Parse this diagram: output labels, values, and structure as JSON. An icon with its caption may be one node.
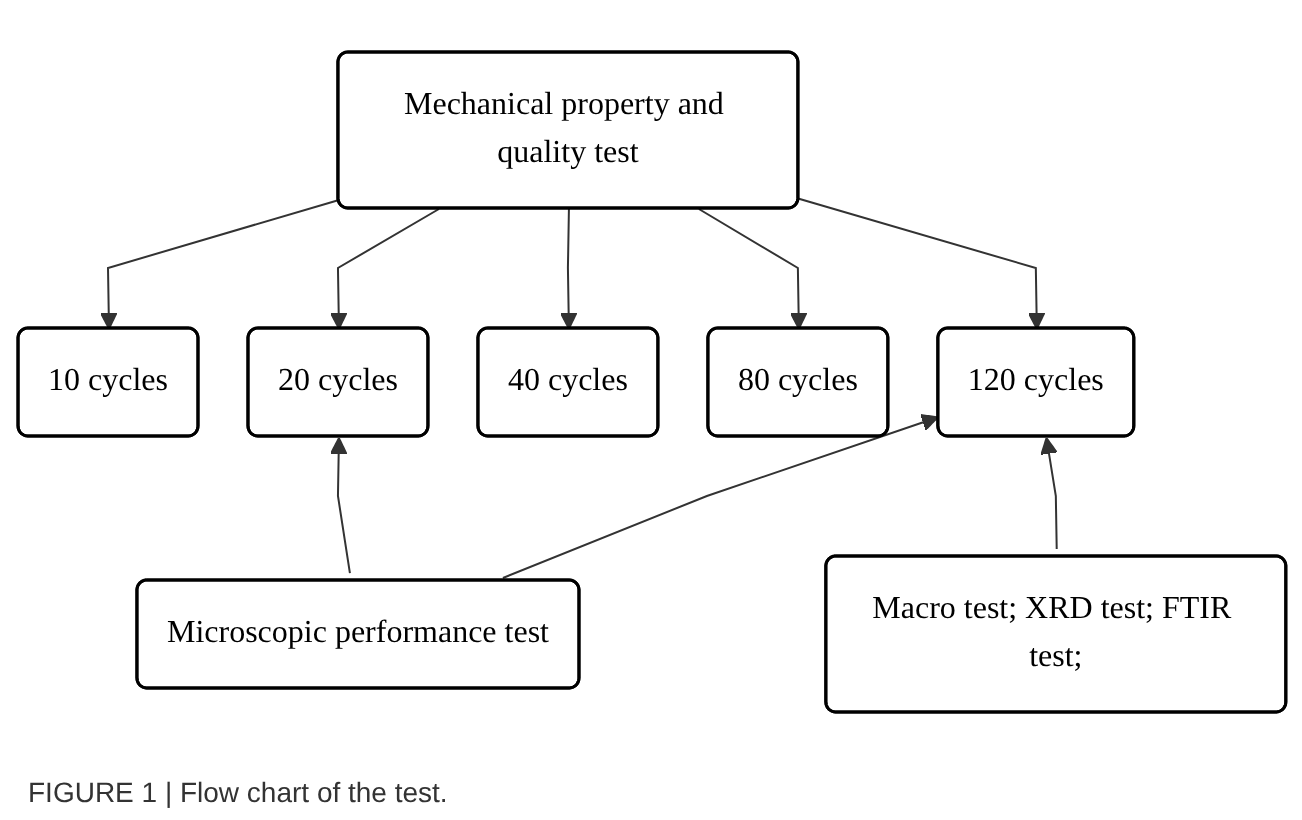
{
  "diagram": {
    "caption": "FIGURE 1 | Flow chart of the test.",
    "nodes": [
      {
        "text": [
          "Mechanical property and quality test"
        ]
      },
      {
        "text": [
          "10 cycles"
        ]
      },
      {
        "text": [
          "20 cycles"
        ]
      },
      {
        "text": [
          "40 cycles"
        ]
      },
      {
        "text": [
          "80 cycles"
        ]
      },
      {
        "text": [
          "120 cycles"
        ]
      },
      {
        "text": [
          "Microscopic performance test"
        ]
      },
      {
        "text": [
          "Macro test; XRD test; FTIR test;"
        ]
      }
    ],
    "edges": [
      {
        "from": 0,
        "to": 1,
        "arrow": "to"
      },
      {
        "from": 0,
        "to": 2,
        "arrow": "to"
      },
      {
        "from": 0,
        "to": 3,
        "arrow": "to"
      },
      {
        "from": 0,
        "to": 4,
        "arrow": "to"
      },
      {
        "from": 0,
        "to": 5,
        "arrow": "to"
      },
      {
        "from": 6,
        "to": 2,
        "arrow": "to"
      },
      {
        "from": 6,
        "to": 5,
        "arrow": "to"
      },
      {
        "from": 7,
        "to": 5,
        "arrow": "to"
      }
    ]
  }
}
